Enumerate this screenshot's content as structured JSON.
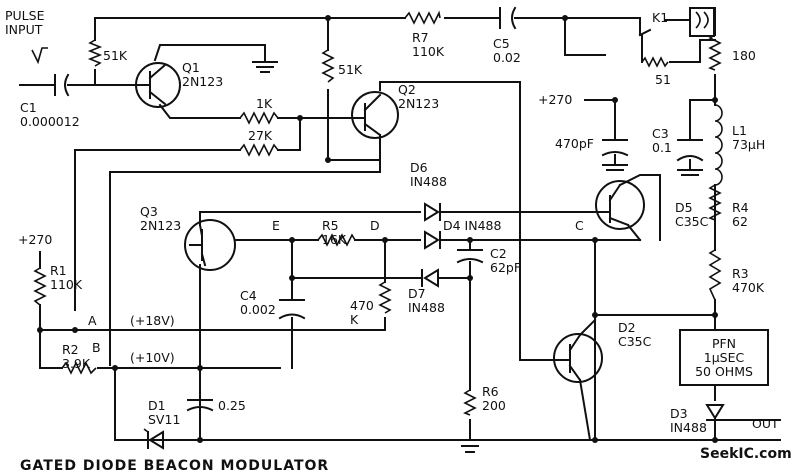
{
  "labels": {
    "pulse_input": "PULSE\nINPUT",
    "c1": "C1\n0.000012",
    "r51k_a": "51K",
    "r51k_b": "51K",
    "q1": "Q1\n2N123",
    "r1k": "1K",
    "r27k": "27K",
    "q2": "Q2\n2N123",
    "r7": "R7\n110K",
    "c5": "C5\n0.02",
    "k1": "K1",
    "r51": "51",
    "r180": "180",
    "v270_right": "+270",
    "c470pf": "470pF",
    "c3": "C3\n0.1",
    "l1": "L1\n73μH",
    "d6": "D6\nIN488",
    "d5": "D5\nC35C",
    "r4": "R4\n62",
    "v270_left": "+270",
    "q3": "Q3\n2N123",
    "node_e": "E",
    "r5": "R5\n16K",
    "node_d": "D",
    "d4": "D4 IN488",
    "node_c": "C",
    "c2": "C2\n62pF",
    "r1": "R1\n110K",
    "r3": "R3\n470K",
    "c4": "C4\n0.002",
    "r470k": "470\nK",
    "d7": "D7\nIN488",
    "node_a": "A",
    "v18": "(+18V)",
    "d2": "D2\nC35C",
    "pfn": "PFN\n1μSEC\n50 OHMS",
    "r2": "R2\n3.9K",
    "node_b": "B",
    "v10": "(+10V)",
    "r6": "R6\n200",
    "d1": "D1\nSV11",
    "c025": "0.25",
    "d3": "D3\nIN488",
    "out": "OUT",
    "caption": "GATED DIODE BEACON MODULATOR",
    "watermark": "SeekIC.com"
  }
}
